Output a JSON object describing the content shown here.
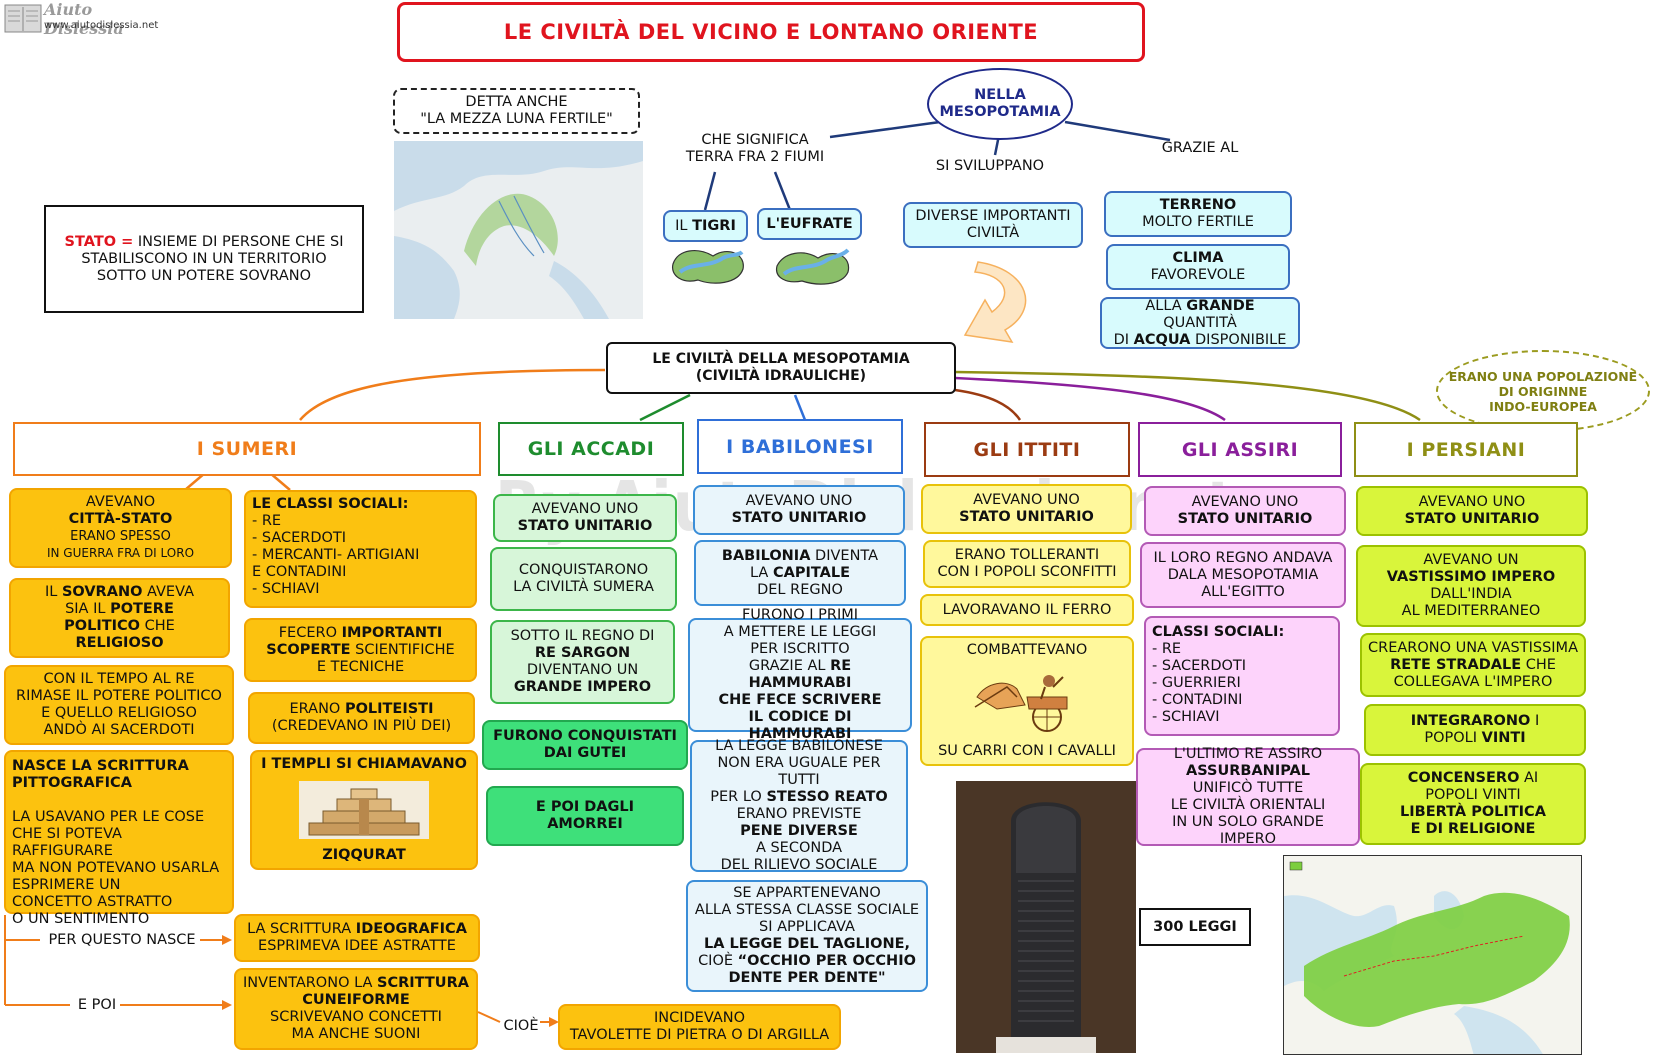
{
  "logo": {
    "name": "Aiuto Dislessia",
    "url": "www.aiutodislessia.net"
  },
  "watermark": "By AiutoDislessia.net",
  "title": "LE CIVILTÀ DEL VICINO E LONTANO ORIENTE",
  "stato_def": {
    "term": "STATO =",
    "text": " INSIEME DI PERSONE CHE SI\nSTABILISCONO IN UN TERRITORIO\nSOTTO UN POTERE SOVRANO"
  },
  "mezza_luna": "DETTA ANCHE\n\"LA MEZZA LUNA FERTILE\"",
  "mesopotamia": "NELLA\nMESOPOTAMIA",
  "che_significa": "CHE SIGNIFICA\nTERRA FRA 2 FIUMI",
  "si_sviluppano": "SI SVILUPPANO",
  "grazie_al": "GRAZIE AL",
  "tigri": {
    "pre": "IL ",
    "bold": "TIGRI"
  },
  "eufrate": "L'EUFRATE",
  "civilta_importanti": "DIVERSE IMPORTANTI\nCIVILTÀ",
  "terreno": {
    "bold": "TERRENO",
    "rest": "MOLTO FERTILE"
  },
  "clima": {
    "bold": "CLIMA",
    "rest": "FAVOREVOLE"
  },
  "acqua": {
    "a": "ALLA ",
    "b": "GRANDE",
    "c": " QUANTITÀ\nDI ",
    "d": "ACQUA",
    "e": " DISPONIBILE"
  },
  "central": "LE CIVILTÀ DELLA MESOPOTAMIA\n(CIVILTÀ IDRAULICHE)",
  "indoeuropea": "ERANO UNA POPOLAZIONE\nDI ORIGINNE\nINDO-EUROPEA",
  "headers": {
    "sumeri": "I SUMERI",
    "accadi": "GLI ACCADI",
    "babilonesi": "I BABILONESI",
    "ittiti": "GLI ITTITI",
    "assiri": "GLI ASSIRI",
    "persiani": "I PERSIANI"
  },
  "colors": {
    "sumeri": "#f07d1a",
    "accadi": "#1e8c2e",
    "babilonesi": "#2f6fd8",
    "ittiti": "#9b3b12",
    "assiri": "#8a1f9b",
    "persiani": "#8f8f15",
    "title": "#e0141e"
  },
  "sumeri": {
    "citta": {
      "a": "AVEVANO",
      "b": "CITTÀ-STATO",
      "c": "ERANO SPESSO",
      "d": "IN GUERRA FRA DI LORO"
    },
    "sovrano": {
      "a": "IL ",
      "b": "SOVRANO",
      "c": " AVEVA\nSIA IL ",
      "d": "POTERE\nPOLITICO",
      "e": " CHE\n",
      "f": "RELIGIOSO"
    },
    "tempo": "CON IL TEMPO AL RE\nRIMASE IL POTERE POLITICO\nE QUELLO RELIGIOSO\nANDÒ AI SACERDOTI",
    "scrittura": {
      "title": "NASCE LA SCRITTURA\nPITTOGRAFICA",
      "text": "LA USAVANO PER  LE COSE\nCHE SI POTEVA RAFFIGURARE\nMA NON POTEVANO USARLA\nESPRIMERE UN\nCONCETTO ASTRATTO\nO  UN SENTIMENTO"
    },
    "classi": {
      "title": "LE CLASSI SOCIALI:",
      "items": [
        "- RE",
        "- SACERDOTI",
        "- MERCANTI- ARTIGIANI",
        "   E CONTADINI",
        "- SCHIAVI"
      ]
    },
    "scoperte": {
      "a": "FECERO ",
      "b": "IMPORTANTI\nSCOPERTE",
      "c": " SCIENTIFICHE\nE TECNICHE"
    },
    "politeisti": {
      "a": "ERANO ",
      "b": "POLITEISTI",
      "c": "\n(CREDEVANO IN PIÙ DEI)"
    },
    "templi": {
      "title": "I TEMPLI SI CHIAMAVANO",
      "name": "ZIQQURAT"
    },
    "per_questo": "PER QUESTO NASCE",
    "e_poi": "E POI",
    "ideografica": {
      "a": "LA  SCRITTURA ",
      "b": "IDEOGRAFICA",
      "c": "\nESPRIMEVA IDEE ASTRATTE"
    },
    "cuneiforme": {
      "a": "INVENTARONO LA ",
      "b": "SCRITTURA\nCUNEIFORME",
      "c": "\nSCRIVEVANO CONCETTI\nMA ANCHE SUONI"
    },
    "cioe": "CIOÈ",
    "incidevano": "INCIDEVANO\nTAVOLETTE DI PIETRA O DI ARGILLA"
  },
  "accadi": {
    "stato": {
      "a": "AVEVANO UNO",
      "b": "STATO UNITARIO"
    },
    "conquistarono": "CONQUISTARONO\nLA CIVILTÀ SUMERA",
    "sargon": {
      "a": "SOTTO IL REGNO DI",
      "b": "RE SARGON",
      "c": "DIVENTANO UN",
      "d": "GRANDE IMPERO"
    },
    "gutei": "FURONO CONQUISTATI\nDAI GUTEI",
    "amorrei": "E POI DAGLI\nAMORREI"
  },
  "babilonesi": {
    "stato": {
      "a": "AVEVANO UNO",
      "b": "STATO UNITARIO"
    },
    "capitale": {
      "a": "BABILONIA",
      "b": " DIVENTA\nLA ",
      "c": "CAPITALE",
      "d": "\nDEL REGNO"
    },
    "leggi": {
      "a": "FURONO I PRIMI\nA METTERE LE LEGGI\nPER ISCRITTO\nGRAZIE AL ",
      "b": "RE HAMMURABI\nCHE FECE SCRIVERE\nIL CODICE DI HAMMURABI"
    },
    "legge": {
      "a": "LA LEGGE BABILONESE\nNON ERA UGUALE PER TUTTI\nPER LO ",
      "b": "STESSO REATO",
      "c": "\nERANO PREVISTE\n",
      "d": "PENE DIVERSE",
      "e": "\nA SECONDA\nDEL RILIEVO SOCIALE"
    },
    "taglione": {
      "a": "SE APPARTENEVANO\nALLA STESSA CLASSE SOCIALE\nSI APPLICAVA\n",
      "b": "LA LEGGE DEL TAGLIONE,",
      "c": "\nCIOÈ ",
      "d": "“OCCHIO PER OCCHIO\nDENTE PER DENTE\""
    },
    "leggi300": "300 LEGGI"
  },
  "ittiti": {
    "stato": {
      "a": "AVEVANO UNO",
      "b": "STATO UNITARIO"
    },
    "tolleranti": "ERANO TOLLERANTI\nCON I POPOLI SCONFITTI",
    "ferro": "LAVORAVANO IL FERRO",
    "combattevano": "COMBATTEVANO",
    "carri": "SU CARRI CON I CAVALLI"
  },
  "assiri": {
    "stato": {
      "a": "AVEVANO UNO",
      "b": "STATO UNITARIO"
    },
    "regno": "IL LORO REGNO ANDAVA\nDALA MESOPOTAMIA\nALL'EGITTO",
    "classi": {
      "title": "CLASSI SOCIALI:",
      "items": [
        "- RE",
        "- SACERDOTI",
        "- GUERRIERI",
        "- CONTADINI",
        "- SCHIAVI"
      ]
    },
    "ultimo": {
      "a": "L'ULTIMO RE ASSIRO",
      "b": "ASSURBANIPAL",
      "c": "UNIFICÒ TUTTE\nLE CIVILTÀ ORIENTALI\nIN UN SOLO GRANDE IMPERO"
    }
  },
  "persiani": {
    "stato": {
      "a": "AVEVANO UNO",
      "b": "STATO UNITARIO"
    },
    "impero": {
      "a": "AVEVANO UN",
      "b": "VASTISSIMO IMPERO",
      "c": "DALL'INDIA\nAL MEDITERRANEO"
    },
    "rete": {
      "a": "CREARONO UNA VASTISSIMA",
      "b": "RETE STRADALE",
      "c": " CHE\nCOLLEGAVA L'IMPERO"
    },
    "integrarono": {
      "b": "INTEGRARONO",
      "a": " I\nPOPOLI ",
      "c": "VINTI"
    },
    "concessero": {
      "b": "CONCENSERO",
      "a": " AI\nPOPOLI VINTI\n",
      "c": "LIBERTÀ POLITICA\nE DI RELIGIONE"
    }
  }
}
